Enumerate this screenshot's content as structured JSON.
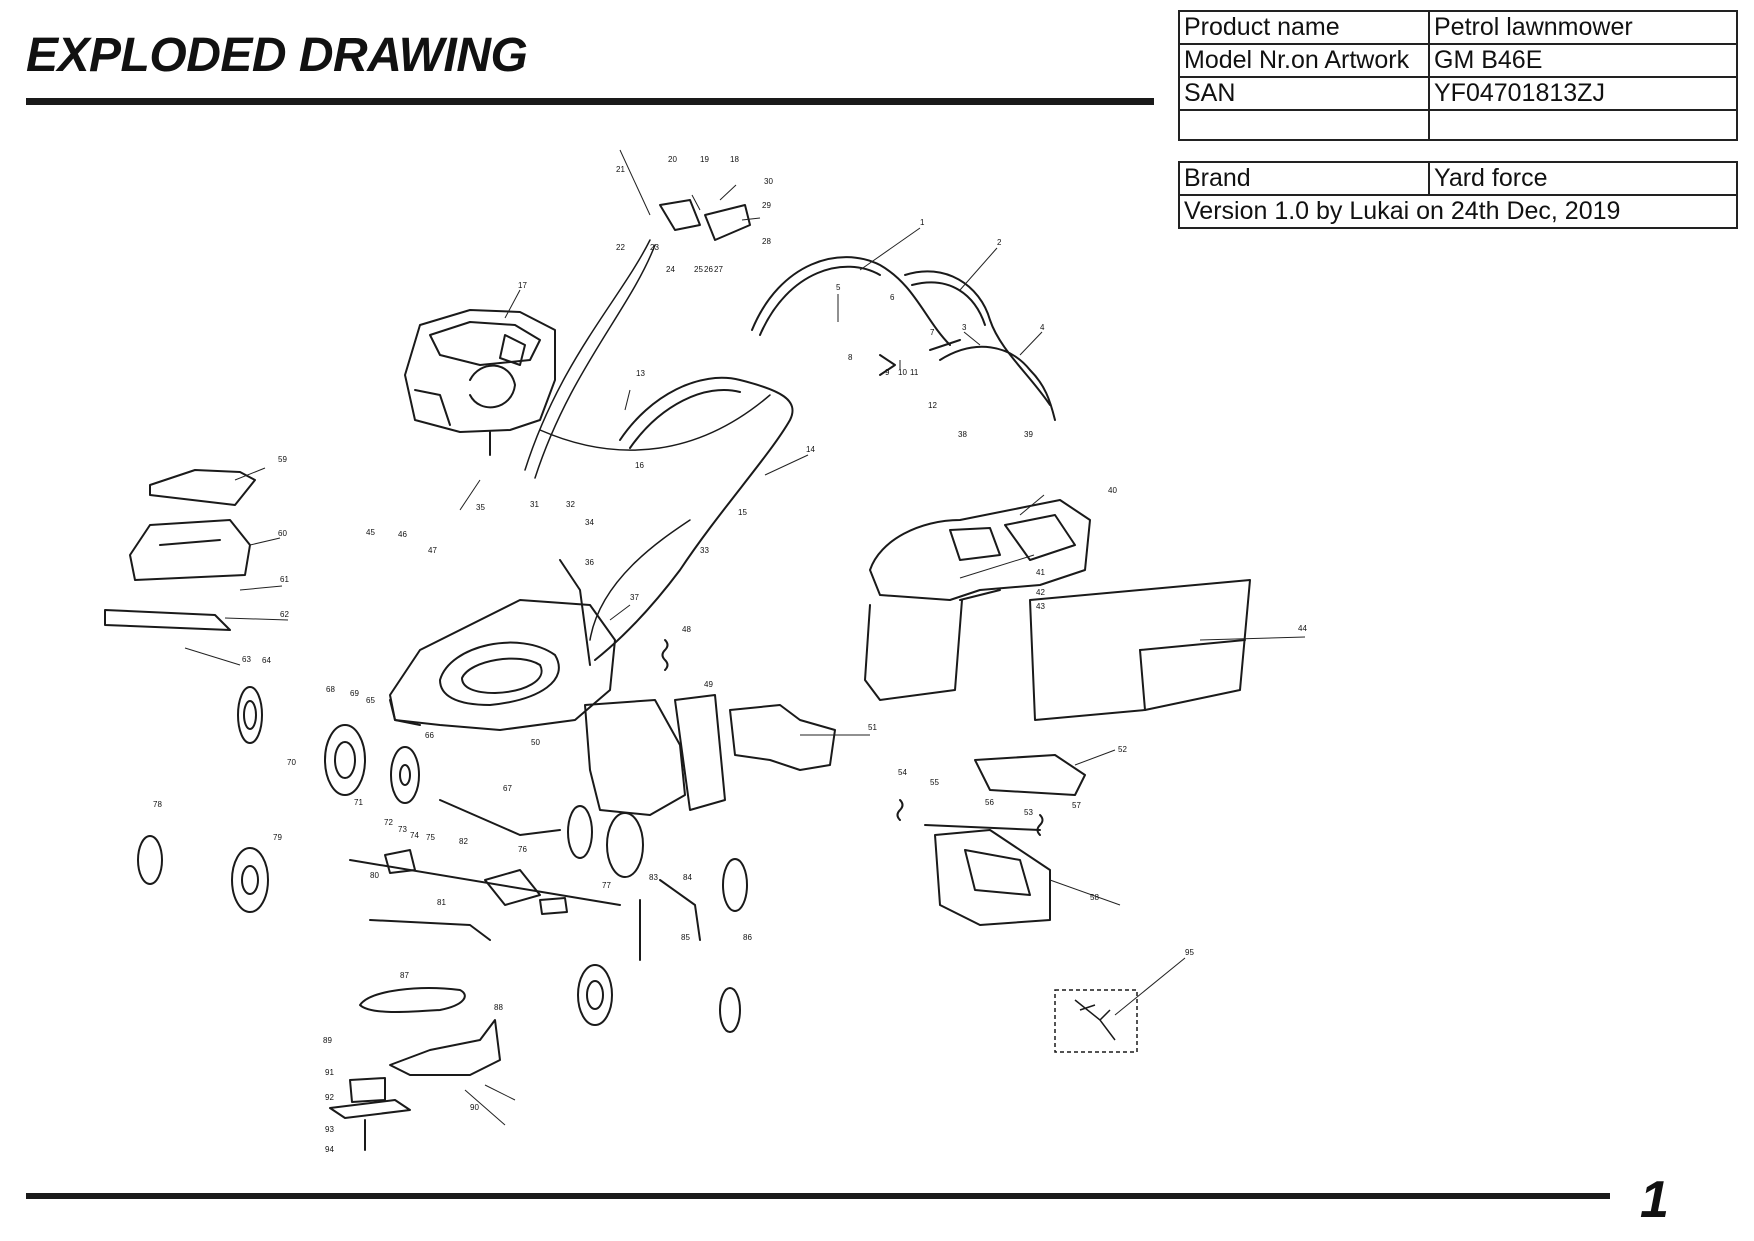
{
  "header": {
    "title": "EXPLODED DRAWING"
  },
  "info_table": {
    "rows": [
      {
        "label": "Product name",
        "value": "Petrol lawnmower"
      },
      {
        "label": "Model Nr.on Artwork",
        "value": "GM B46E"
      },
      {
        "label": "SAN",
        "value": "YF04701813ZJ"
      },
      {
        "label": "Brand",
        "value": "Yard force"
      }
    ],
    "version": "Version 1.0 by Lukai on 24th Dec, 2019"
  },
  "callouts": [
    "1",
    "2",
    "3",
    "4",
    "5",
    "6",
    "7",
    "8",
    "9",
    "10",
    "11",
    "12",
    "13",
    "14",
    "15",
    "16",
    "17",
    "18",
    "19",
    "20",
    "21",
    "22",
    "23",
    "24",
    "25",
    "26",
    "27",
    "28",
    "29",
    "30",
    "31",
    "32",
    "33",
    "34",
    "35",
    "36",
    "37",
    "38",
    "39",
    "40",
    "41",
    "42",
    "43",
    "44",
    "45",
    "46",
    "47",
    "48",
    "49",
    "50",
    "51",
    "52",
    "53",
    "54",
    "55",
    "56",
    "57",
    "58",
    "59",
    "60",
    "61",
    "62",
    "63",
    "64",
    "65",
    "66",
    "67",
    "68",
    "69",
    "70",
    "71",
    "72",
    "73",
    "74",
    "75",
    "76",
    "77",
    "78",
    "79",
    "80",
    "81",
    "82",
    "83",
    "84",
    "85",
    "86",
    "87",
    "88",
    "89",
    "90",
    "91",
    "92",
    "93",
    "94",
    "95"
  ],
  "footer": {
    "page_number": "1"
  }
}
